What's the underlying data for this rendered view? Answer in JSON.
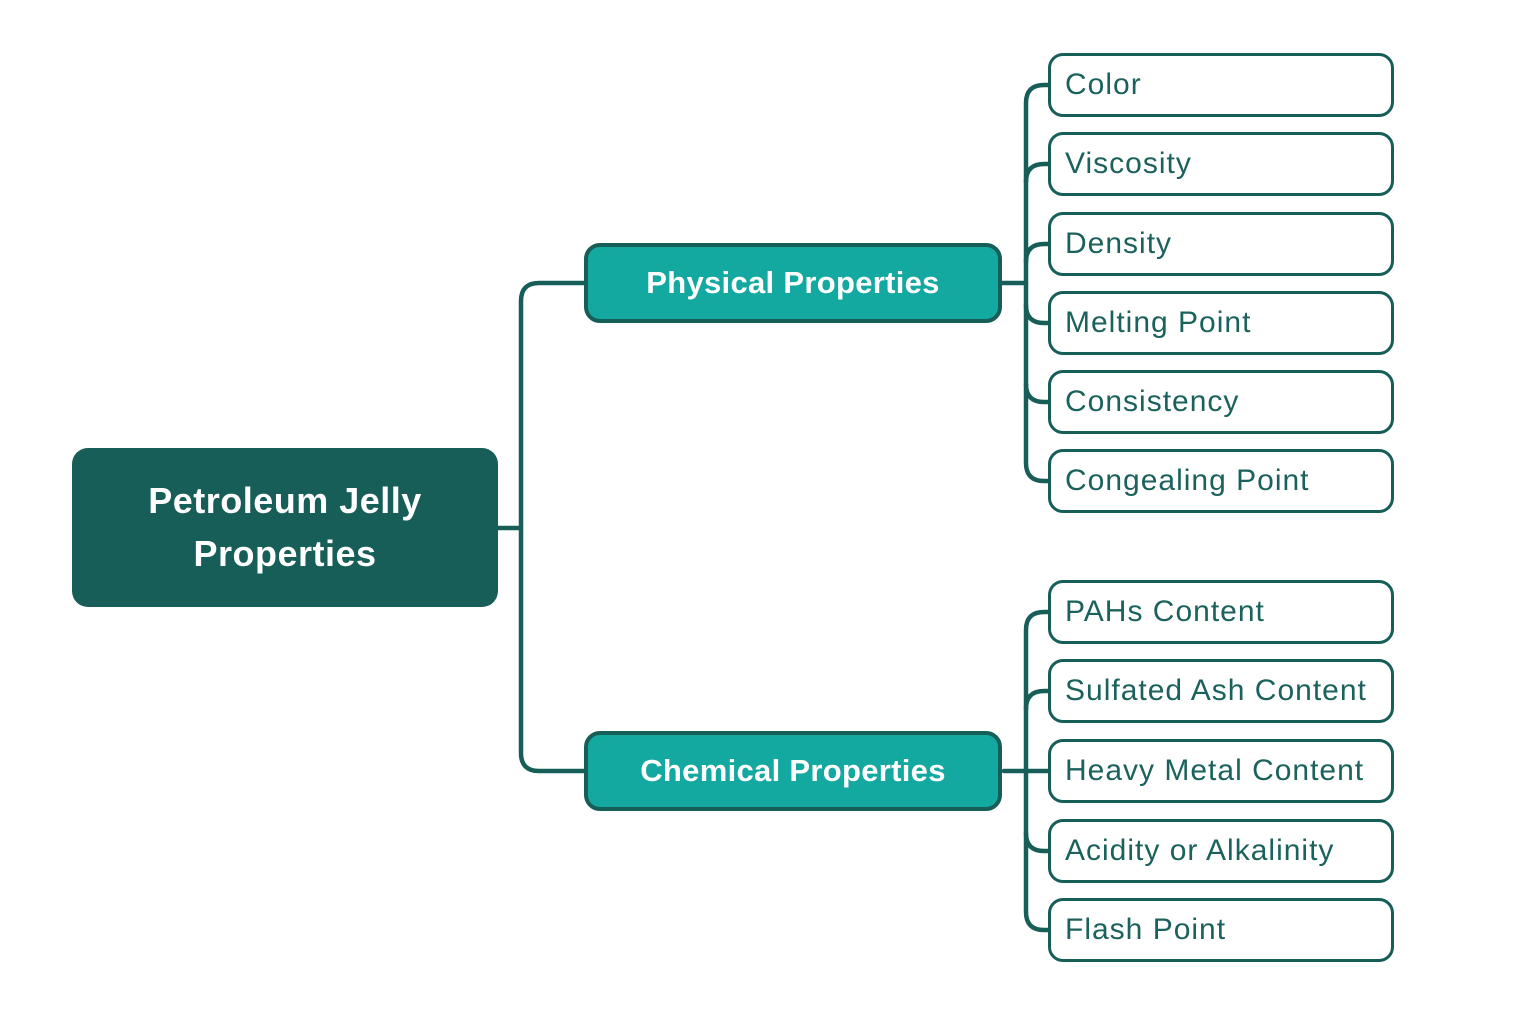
{
  "diagram": {
    "root": {
      "label": "Petroleum Jelly Properties"
    },
    "branches": [
      {
        "label": "Physical Properties",
        "children": [
          "Color",
          "Viscosity",
          "Density",
          "Melting Point",
          "Consistency",
          "Congealing Point"
        ]
      },
      {
        "label": "Chemical Properties",
        "children": [
          "PAHs Content",
          "Sulfated Ash Content",
          "Heavy Metal Content",
          "Acidity or Alkalinity",
          "Flash Point"
        ]
      }
    ],
    "colors": {
      "dark": "#175E58",
      "teal": "#14A9A0",
      "leaf-text": "#1B625C",
      "bg": "#FFFFFF"
    }
  }
}
